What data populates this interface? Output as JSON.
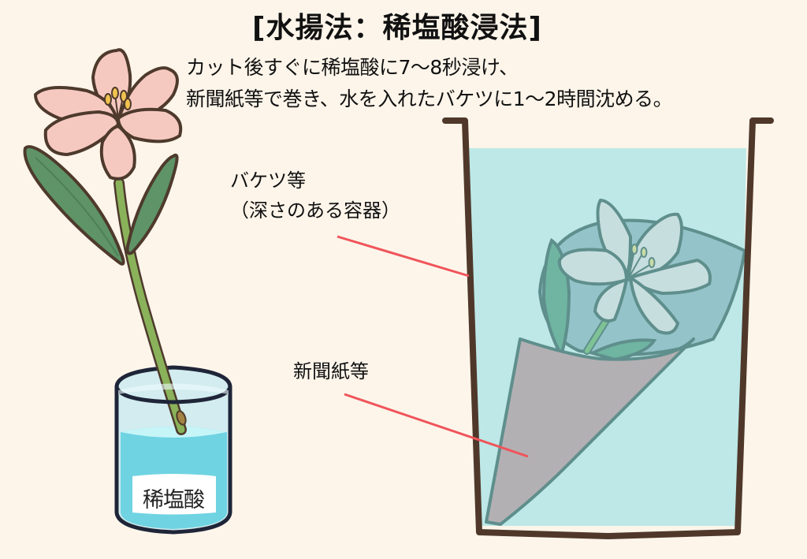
{
  "title": "[水揚法：稀塩酸浸法]",
  "description": {
    "line1": "カット後すぐに稀塩酸に7～8秒浸け、",
    "line2": "新聞紙等で巻き、水を入れたバケツに1～2時間沈める。"
  },
  "labels": {
    "bucket_line1": "バケツ等",
    "bucket_line2": "（深さのある容器）",
    "newspaper": "新聞紙等"
  },
  "jar_label": "稀塩酸",
  "colors": {
    "background": "#fdf5ea",
    "lily_petal": "#f6c9c0",
    "leaf": "#5e9467",
    "stem": "#8ab25a",
    "outline": "#4e3a2c",
    "acid_liquid": "#6fd3e2",
    "bucket_water": "#bde8e7",
    "bucket_outline": "#4f382a",
    "newspaper": "#b3b0b3",
    "pointer_line": "#f0545a"
  }
}
